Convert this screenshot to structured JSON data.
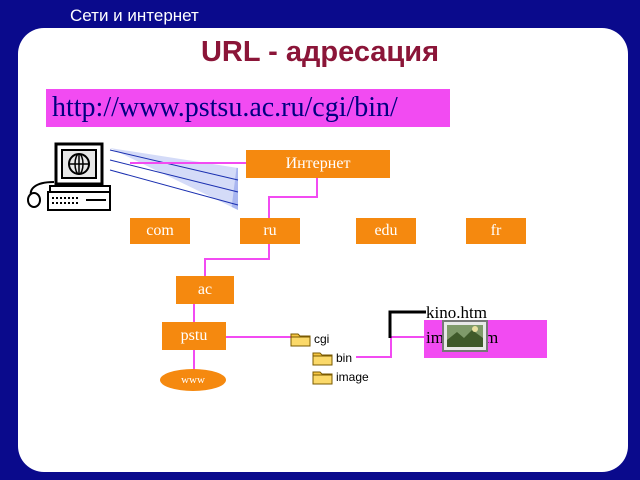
{
  "header": {
    "title": "Сети и интернет"
  },
  "slide": {
    "title": "URL - адресация",
    "url": "http://www.pstsu.ac.ru/cgi/bin/"
  },
  "nodes": {
    "internet": "Интернет",
    "com": "com",
    "ru": "ru",
    "edu": "edu",
    "fr": "fr",
    "ac": "ac",
    "pstu": "pstu",
    "www": "www"
  },
  "folders": [
    "cgi",
    "bin",
    "image"
  ],
  "files": [
    "kino.htm",
    "image.htm"
  ],
  "colors": {
    "background": "#0a0a8c",
    "node": "#f5890f",
    "line": "#f24bf2",
    "title": "#8b1538"
  }
}
